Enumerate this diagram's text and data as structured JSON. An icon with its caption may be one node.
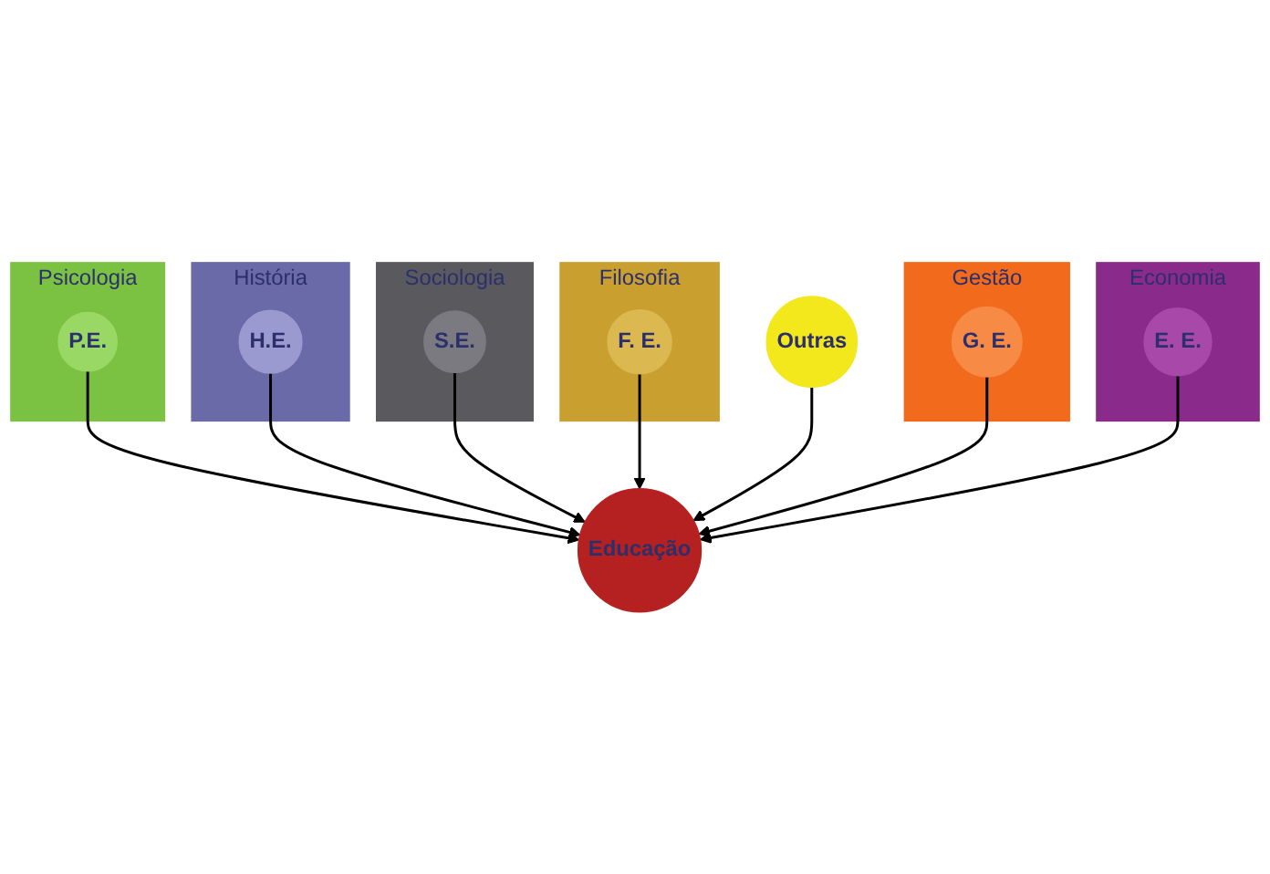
{
  "diagram": {
    "nodes": [
      {
        "text": [
          "Psicologia"
        ]
      },
      {
        "text": [
          "P.E."
        ],
        "in": 0
      },
      {
        "text": [
          "História"
        ]
      },
      {
        "text": [
          "H.E."
        ],
        "in": 2
      },
      {
        "text": [
          "Sociologia"
        ]
      },
      {
        "text": [
          "S.E."
        ],
        "in": 4
      },
      {
        "text": [
          "Educação"
        ]
      },
      {
        "text": [
          "Filosofia"
        ]
      },
      {
        "text": [
          "F. E."
        ],
        "in": 7
      },
      {
        "text": [
          "Outras"
        ]
      },
      {
        "text": [
          "G. E."
        ],
        "in": 11
      },
      {
        "text": [
          "Gestão"
        ]
      },
      {
        "text": [
          "E. E."
        ],
        "in": 13
      },
      {
        "text": [
          "Economia"
        ]
      }
    ],
    "edges": [
      {
        "from": 1,
        "to": 6,
        "arrow": "to"
      },
      {
        "from": 3,
        "to": 6,
        "arrow": "to"
      },
      {
        "from": 5,
        "to": 6,
        "arrow": "to"
      },
      {
        "from": 8,
        "to": 6,
        "arrow": "to"
      },
      {
        "from": 9,
        "to": 6,
        "arrow": "to"
      },
      {
        "from": 10,
        "to": 6,
        "arrow": "to"
      },
      {
        "from": 12,
        "to": 6,
        "arrow": "to"
      }
    ]
  }
}
